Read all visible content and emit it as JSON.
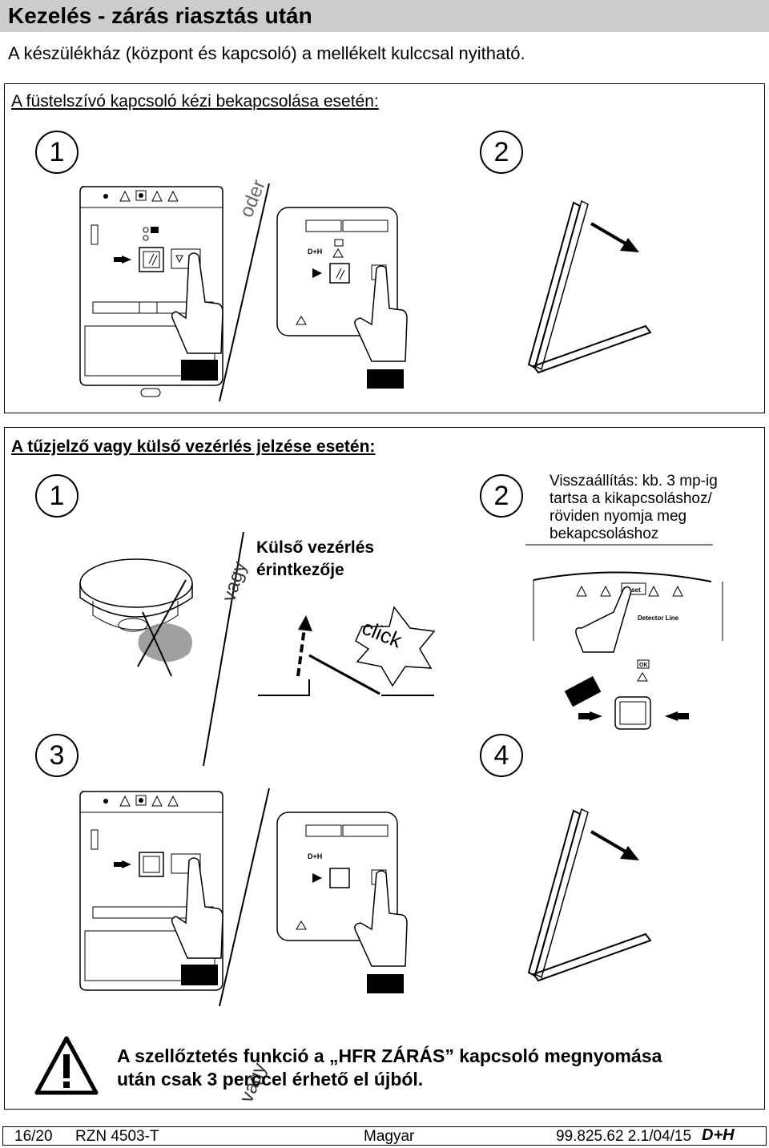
{
  "title": "Kezelés - zárás riasztás után",
  "intro": "A készülékház (központ és kapcsoló) a mellékelt kulccsal nyitható.",
  "section1": {
    "heading": "A füstelszívó kapcsoló kézi bekapcsolása esetén:",
    "step1": "1",
    "step2": "2",
    "divider_word": "oder"
  },
  "section2": {
    "heading": "A tűzjelző vagy külső vezérlés jelzése esetén:",
    "step1": "1",
    "step2": "2",
    "step3": "3",
    "step4": "4",
    "divider_word_1": "vagy",
    "divider_word_2": "vagy",
    "external_line1": "Külső vezérlés",
    "external_line2": "érintkezője",
    "click_word": "click",
    "reset_note": [
      "Visszaállítás: kb. 3 mp-ig",
      "tartsa a kikapcsoláshoz/",
      "röviden nyomja meg",
      "bekapcsoláshoz"
    ]
  },
  "device_labels": {
    "brand": "D+H",
    "ok": "OK",
    "reset": "Reset",
    "detector_line": "Detector Line"
  },
  "warning": {
    "line1": "A szellőztetés funkció a „HFR ZÁRÁS” kapcsoló megnyomása",
    "line2": "után csak 3 perccel érhető el újból."
  },
  "footer": {
    "page": "16/20",
    "doc": "RZN 4503-T",
    "language": "Magyar",
    "version": "99.825.62 2.1/04/15",
    "logo": "D+H"
  }
}
